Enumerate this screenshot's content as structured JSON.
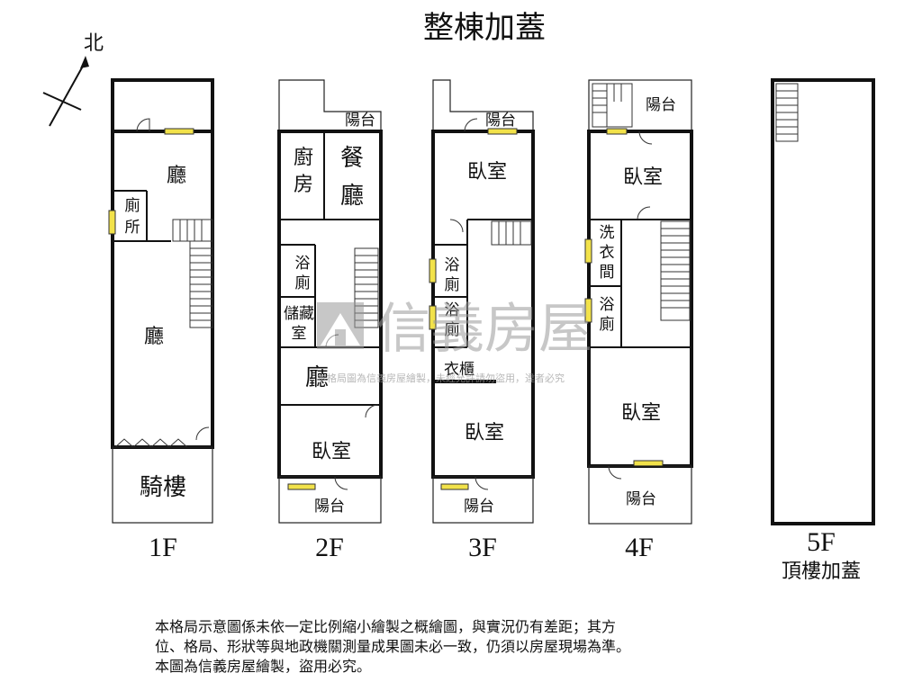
{
  "title": "整棟加蓋",
  "compass_label": "北",
  "watermark": {
    "brand": "信義房屋",
    "notice": "本格局圖為信義房屋繪製，未經允許請勿盜用，違者必究"
  },
  "floors": {
    "f1": {
      "label": "1F",
      "rooms": {
        "living_top": "廳",
        "toilet": [
          "廁",
          "所"
        ],
        "living_main": "廳",
        "arcade": "騎樓"
      }
    },
    "f2": {
      "label": "2F",
      "rooms": {
        "balcony_top": "陽台",
        "kitchen": [
          "廚",
          "房"
        ],
        "dining": [
          "餐",
          "廳"
        ],
        "bath": [
          "浴",
          "廁"
        ],
        "storage": [
          "儲藏",
          "室"
        ],
        "living": "廳",
        "bedroom": "臥室",
        "balcony_bottom": "陽台"
      }
    },
    "f3": {
      "label": "3F",
      "rooms": {
        "balcony_top": "陽台",
        "bedroom_top": "臥室",
        "bath1": [
          "浴",
          "廁"
        ],
        "bath2": [
          "浴",
          "廁"
        ],
        "closet": "衣櫃",
        "bedroom_bottom": "臥室",
        "balcony_bottom": "陽台"
      }
    },
    "f4": {
      "label": "4F",
      "rooms": {
        "balcony_top": "陽台",
        "bedroom_top": "臥室",
        "laundry": [
          "洗",
          "衣",
          "間"
        ],
        "bath": [
          "浴",
          "廁"
        ],
        "bedroom_bottom": "臥室",
        "balcony_bottom": "陽台"
      }
    },
    "f5": {
      "label": "5F",
      "sublabel": "頂樓加蓋"
    }
  },
  "disclaimer": {
    "line1": "本格局示意圖係未依一定比例縮小繪製之概繪圖，與實況仍有差距；其方",
    "line2": "位、格局、形狀等與地政機關測量成果圖未必一致，仍須以房屋現場為準。",
    "line3": "本圖為信義房屋繪製，盜用必究。"
  },
  "colors": {
    "wall": "#111111",
    "window": "#f2e24a",
    "watermark": "#9a9a9a"
  }
}
